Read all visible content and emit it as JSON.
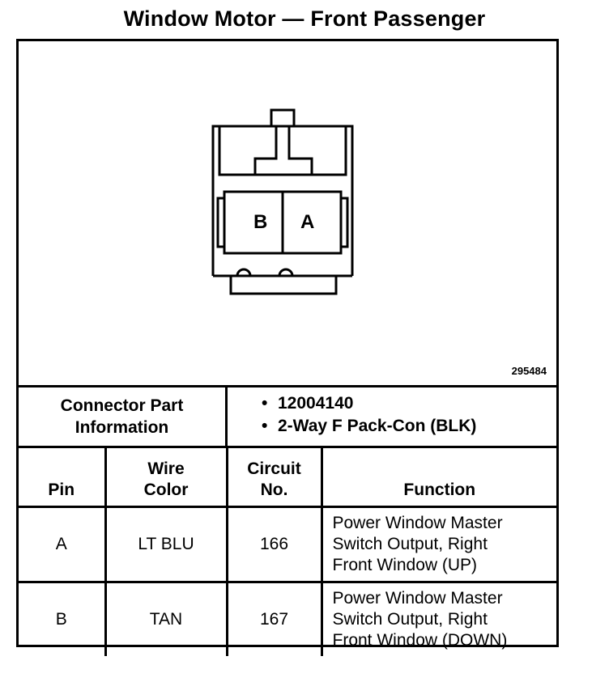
{
  "title": "Window Motor — Front Passenger",
  "figure_code": "295484",
  "connector": {
    "label_line1": "Connector Part",
    "label_line2": "Information",
    "part_number": "12004140",
    "description": "2-Way F Pack-Con (BLK)",
    "bullet": "•"
  },
  "pin_labels": {
    "left": "B",
    "right": "A"
  },
  "table": {
    "headers": {
      "pin": "Pin",
      "wire_color_1": "Wire",
      "wire_color_2": "Color",
      "circuit_1": "Circuit",
      "circuit_2": "No.",
      "function": "Function"
    },
    "rows": [
      {
        "pin": "A",
        "wire_color": "LT BLU",
        "circuit": "166",
        "function_lines": [
          "Power Window Master",
          "Switch Output, Right",
          "Front Window (UP)"
        ]
      },
      {
        "pin": "B",
        "wire_color": "TAN",
        "circuit": "167",
        "function_lines": [
          "Power Window Master",
          "Switch Output, Right",
          "Front Window (DOWN)"
        ]
      }
    ]
  }
}
